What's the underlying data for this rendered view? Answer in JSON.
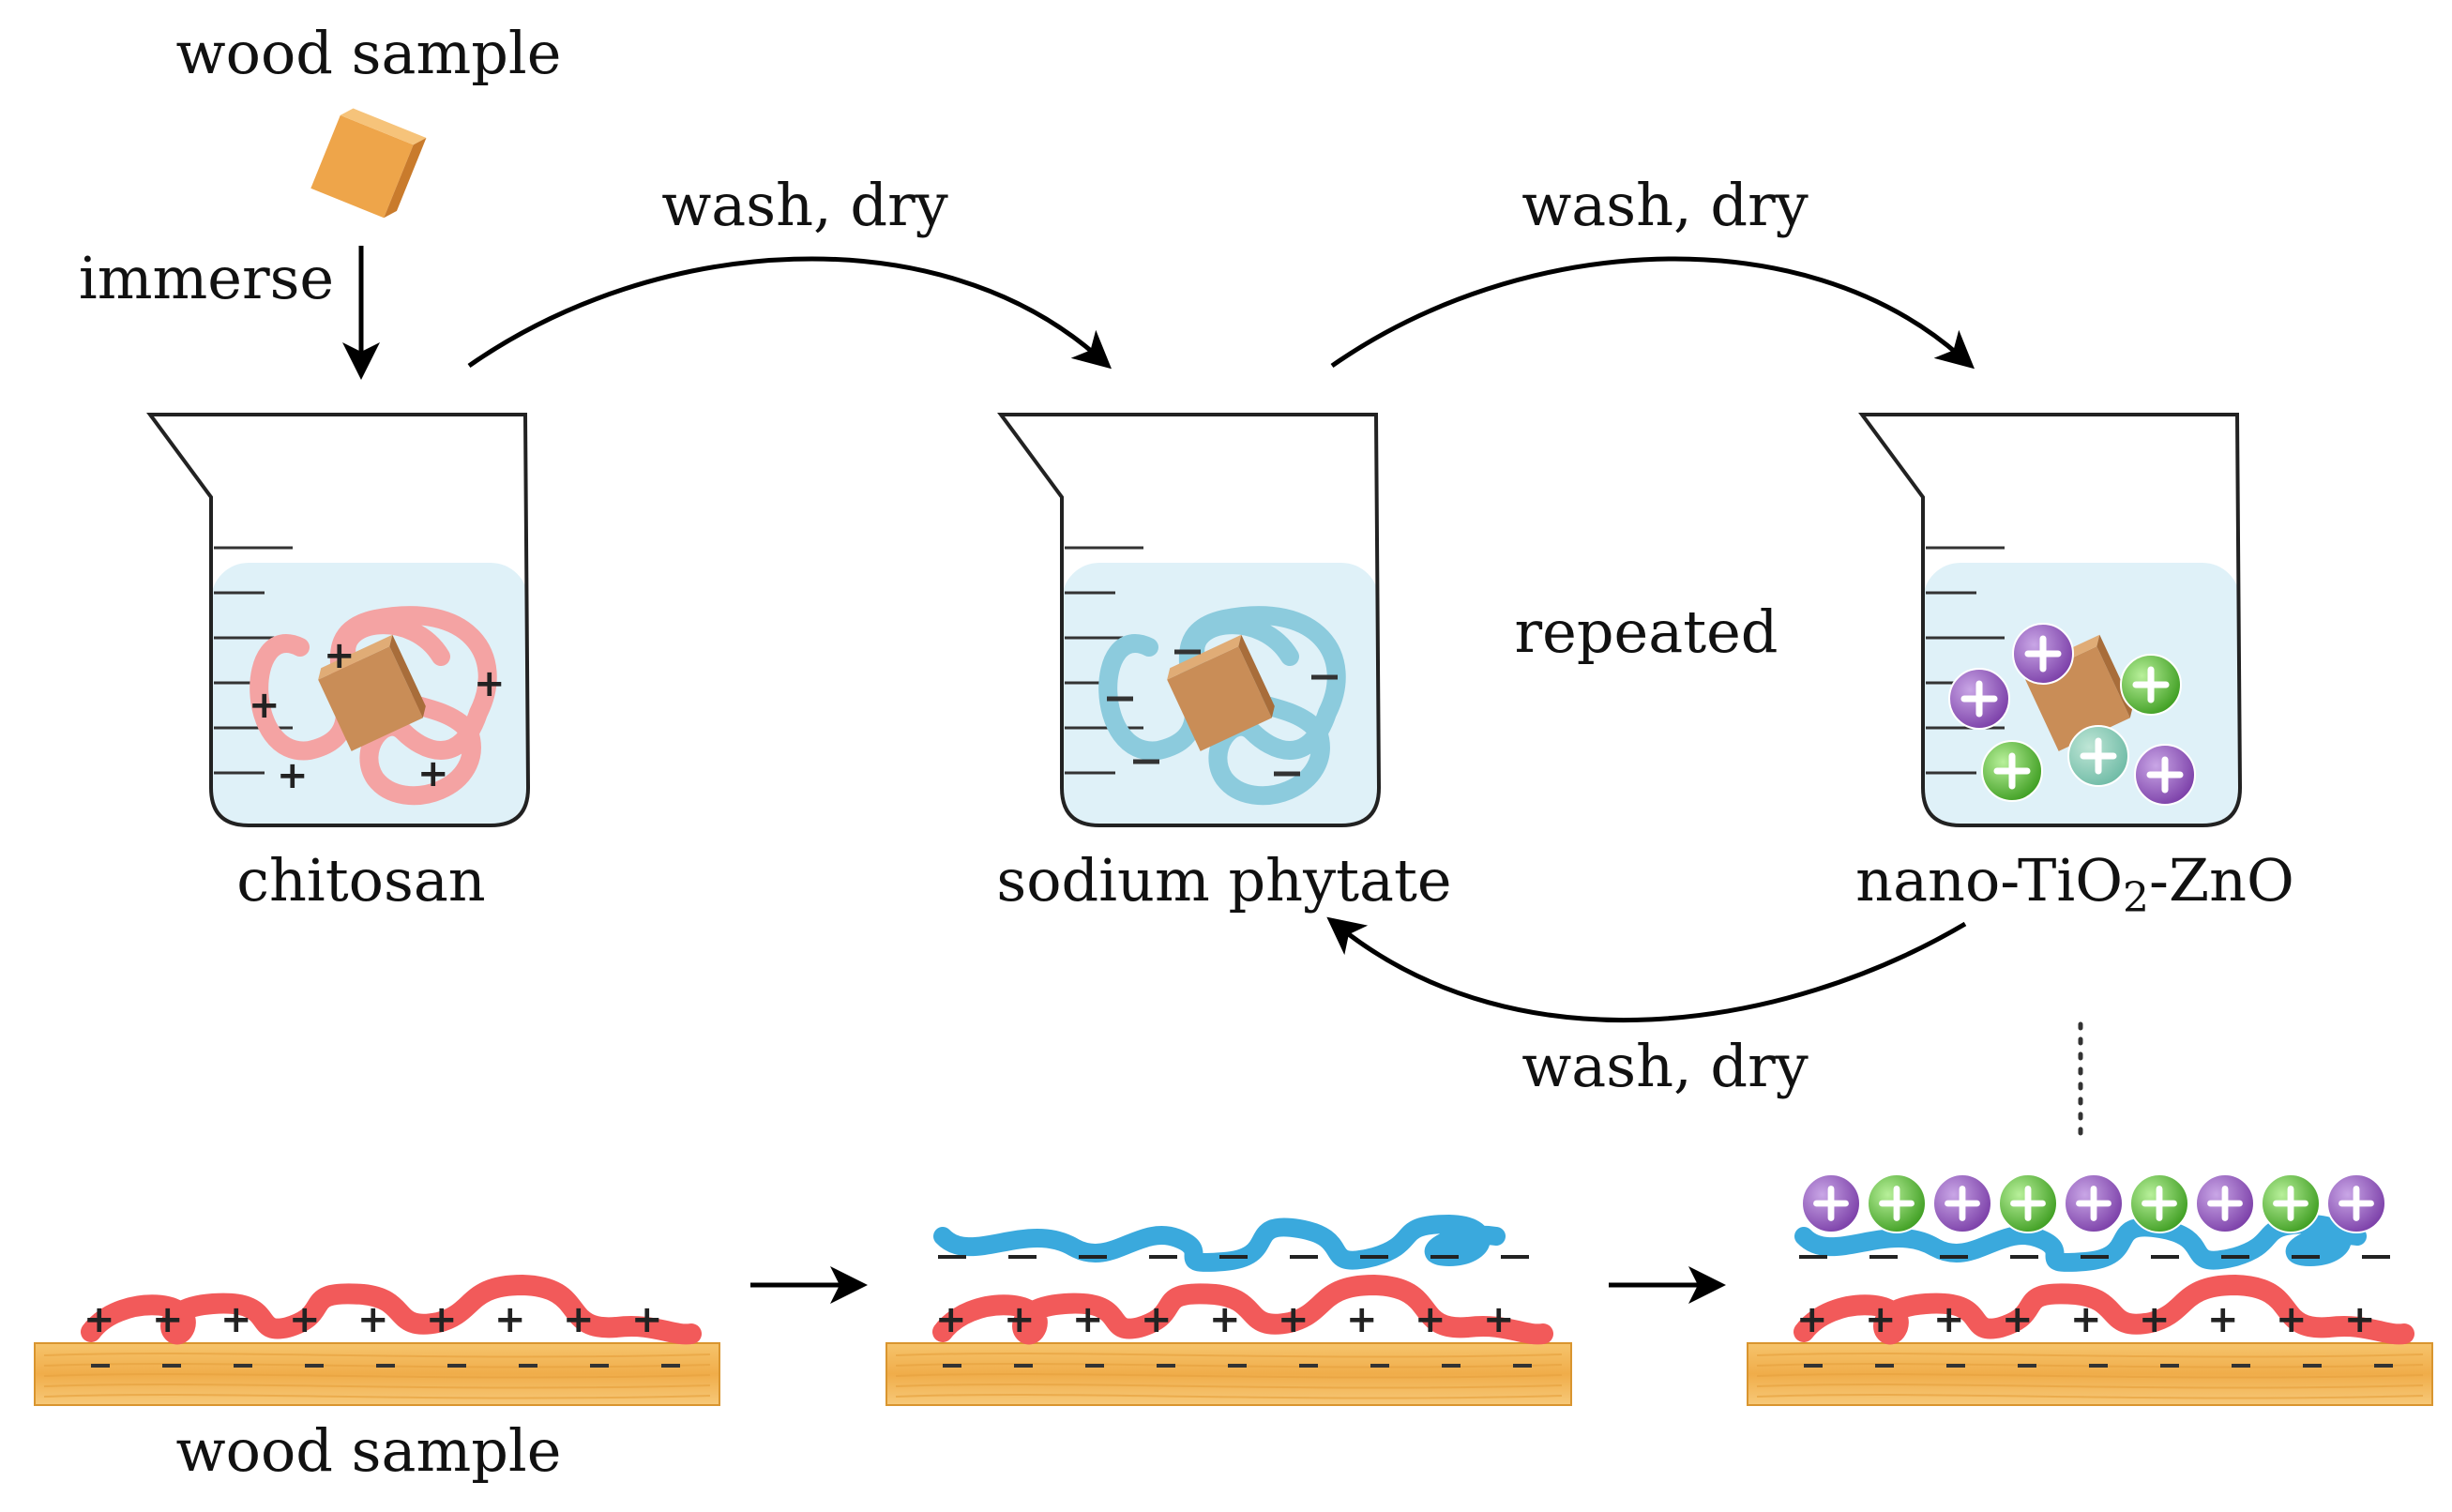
{
  "labels": {
    "wood_sample_top": "wood sample",
    "immerse": "immerse",
    "wash_dry_1": "wash, dry",
    "wash_dry_2": "wash, dry",
    "wash_dry_3": "wash, dry",
    "repeated": "repeated",
    "chitosan": "chitosan",
    "sodium_phytate": "sodium phytate",
    "nano_prefix": "nano-TiO",
    "nano_sub": "2",
    "nano_suffix": "-ZnO",
    "wood_sample_bottom": "wood sample",
    "plus": "+",
    "minus": "−"
  },
  "colors": {
    "wood_cube": "#e8a84a",
    "chitosan_chain": "#f08a8a",
    "phytate_chain": "#7cc4d8",
    "liquid": "#dff1f8",
    "plank": "#f2b855",
    "bottom_red": "#f25a5a",
    "bottom_blue": "#3aa9dd",
    "tio2_purple": "#8a4fb3",
    "zno_green": "#5cbf3a"
  }
}
